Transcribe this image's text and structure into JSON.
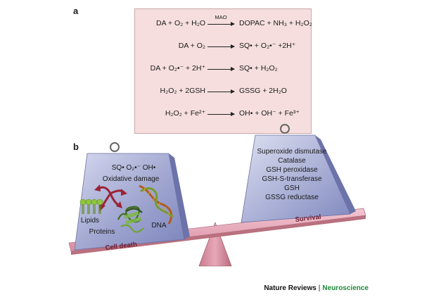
{
  "panel_a_label": "a",
  "panel_b_label": "b",
  "reactions": [
    {
      "lhs": "DA + O₂ + H₂O",
      "arrow_label": "MAO",
      "rhs": "DOPAC + NH₃ + H₂O₂"
    },
    {
      "lhs": "DA + O₂",
      "arrow_label": "",
      "rhs": "SQ• + O₂•⁻ +2H⁺"
    },
    {
      "lhs": "DA + O₂•⁻ + 2H⁺",
      "arrow_label": "",
      "rhs": "SQ• + H₂O₂"
    },
    {
      "lhs": "H₂O₂ + 2GSH",
      "arrow_label": "",
      "rhs": "GSSG + 2H₂O"
    },
    {
      "lhs": "H₂O₂ + Fe²⁺",
      "arrow_label": "",
      "rhs": "OH• + OH⁻ + Fe³⁺"
    }
  ],
  "left_weight": {
    "radicals": "SQ•   O₂•⁻ OH•",
    "heading": "Oxidative damage",
    "lipids": "Lipids",
    "proteins": "Proteins",
    "dna": "DNA"
  },
  "right_weight": {
    "items": [
      "Superoxide dismutase",
      "Catalase",
      "GSH peroxidase",
      "GSH-S-transferase",
      "GSH",
      "GSSG reductase"
    ]
  },
  "beam": {
    "left_label": "Cell death",
    "right_label": "Survival"
  },
  "colors": {
    "box_bg": "#f6dede",
    "weight": "#aab0d4",
    "beam": "#e7a9b8",
    "accent_green": "#1e8a3c",
    "arrow_red": "#9b2335"
  },
  "footer": {
    "journal": "Nature Reviews",
    "separator": "|",
    "section": "Neuroscience"
  }
}
